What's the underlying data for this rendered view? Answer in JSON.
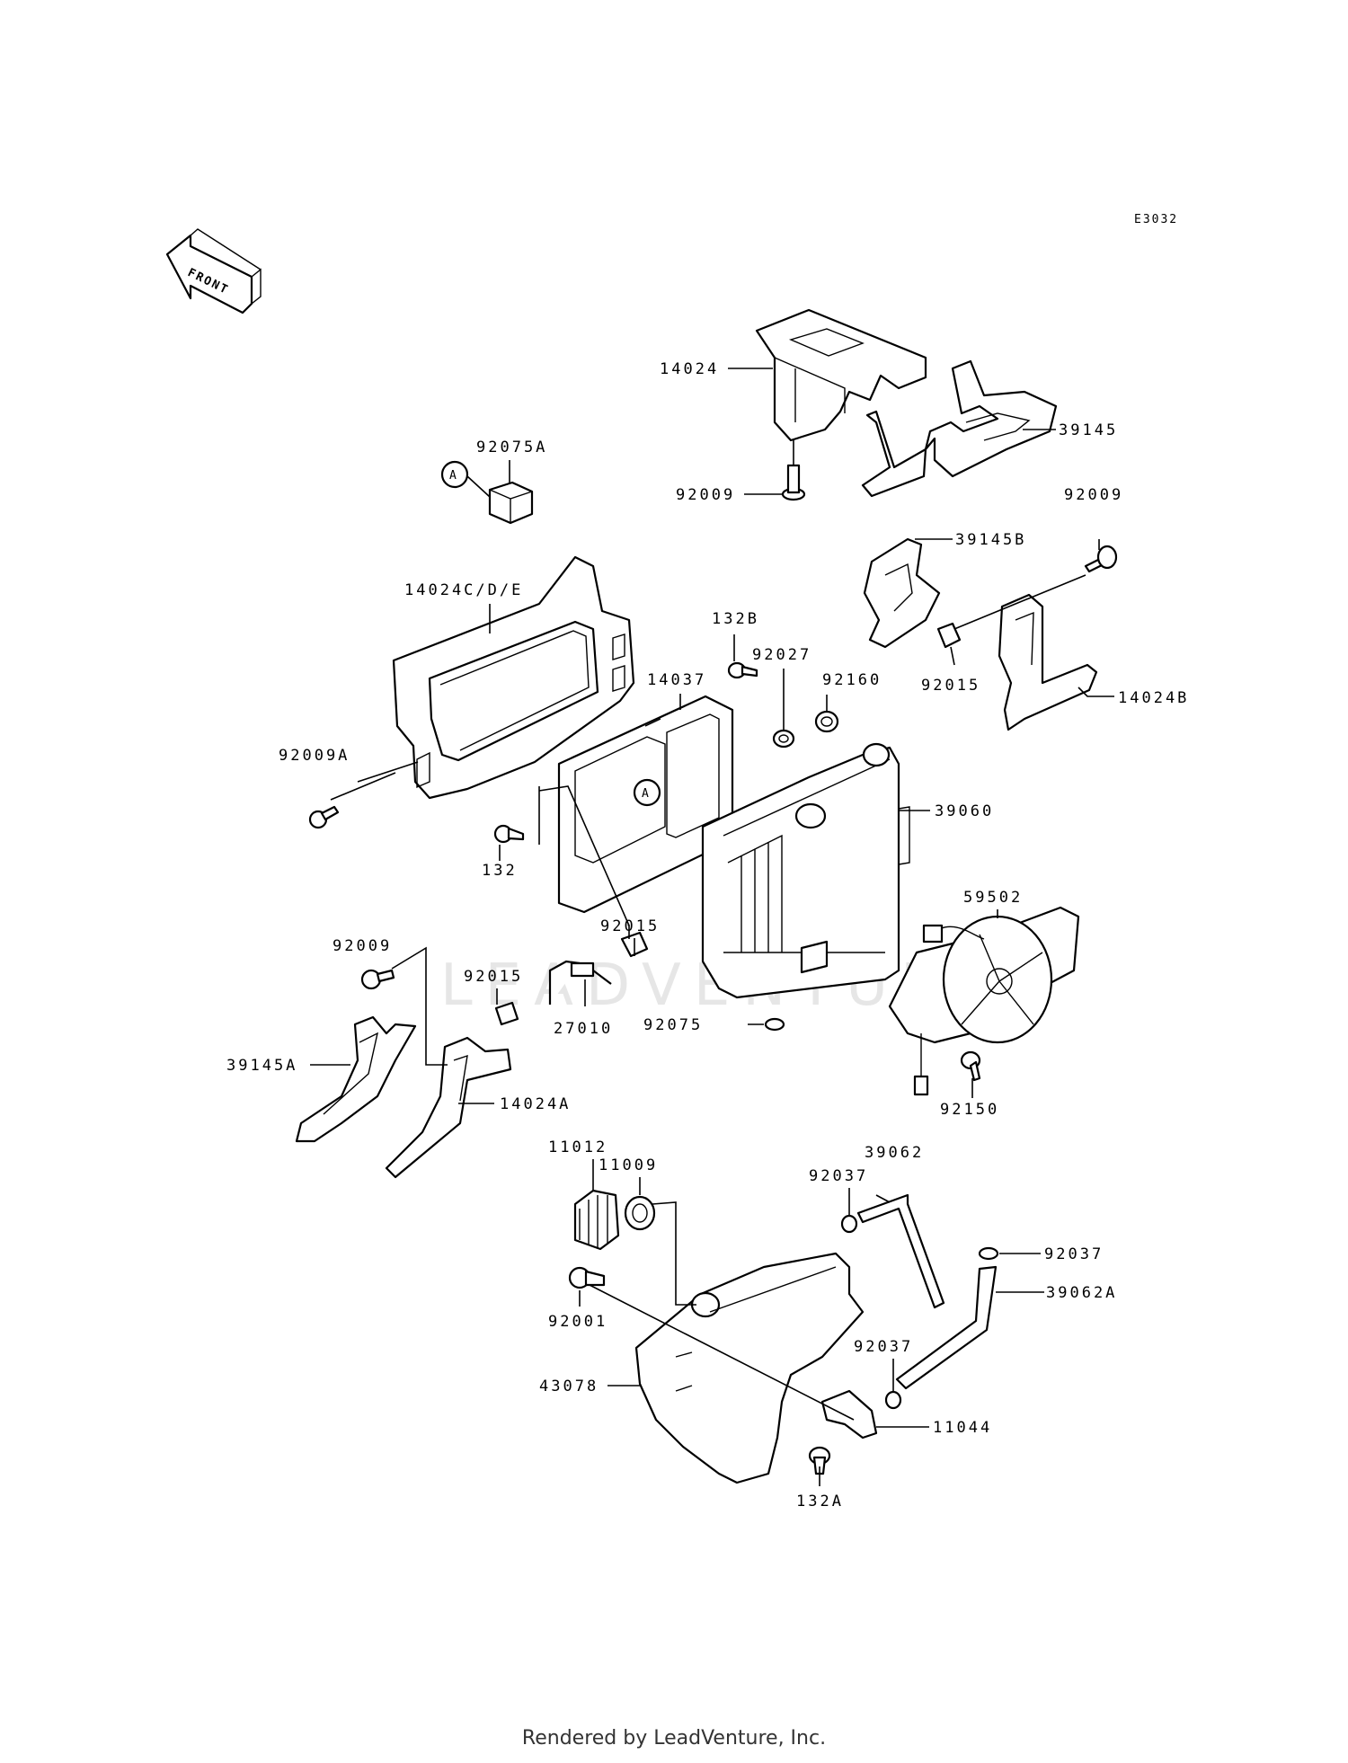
{
  "diagram_code": "E3032",
  "front_label": "FRONT",
  "callout_letter": "A",
  "watermark": "LEADVENTURE",
  "footer": "Rendered by LeadVenture, Inc.",
  "parts": [
    {
      "id": "p14024",
      "label": "14024"
    },
    {
      "id": "p39145",
      "label": "39145"
    },
    {
      "id": "p92009_top",
      "label": "92009"
    },
    {
      "id": "p92075A",
      "label": "92075A"
    },
    {
      "id": "p39145B",
      "label": "39145B"
    },
    {
      "id": "p92009_right",
      "label": "92009"
    },
    {
      "id": "p14024CDE",
      "label": "14024C/D/E"
    },
    {
      "id": "p132B",
      "label": "132B"
    },
    {
      "id": "p14037",
      "label": "14037"
    },
    {
      "id": "p92027",
      "label": "92027"
    },
    {
      "id": "p92160",
      "label": "92160"
    },
    {
      "id": "p92015_right",
      "label": "92015"
    },
    {
      "id": "p14024B",
      "label": "14024B"
    },
    {
      "id": "p92009A",
      "label": "92009A"
    },
    {
      "id": "p39060",
      "label": "39060"
    },
    {
      "id": "p59502",
      "label": "59502"
    },
    {
      "id": "p132",
      "label": "132"
    },
    {
      "id": "p92015_mid",
      "label": "92015"
    },
    {
      "id": "p92009_left",
      "label": "92009"
    },
    {
      "id": "p92015_left",
      "label": "92015"
    },
    {
      "id": "p27010",
      "label": "27010"
    },
    {
      "id": "p92075",
      "label": "92075"
    },
    {
      "id": "p39145A",
      "label": "39145A"
    },
    {
      "id": "p14024A",
      "label": "14024A"
    },
    {
      "id": "p92150",
      "label": "92150"
    },
    {
      "id": "p11012",
      "label": "11012"
    },
    {
      "id": "p11009",
      "label": "11009"
    },
    {
      "id": "p39062",
      "label": "39062"
    },
    {
      "id": "p92037_a",
      "label": "92037"
    },
    {
      "id": "p92037_b",
      "label": "92037"
    },
    {
      "id": "p39062A",
      "label": "39062A"
    },
    {
      "id": "p92001",
      "label": "92001"
    },
    {
      "id": "p92037_c",
      "label": "92037"
    },
    {
      "id": "p43078",
      "label": "43078"
    },
    {
      "id": "p11044",
      "label": "11044"
    },
    {
      "id": "p132A",
      "label": "132A"
    }
  ]
}
